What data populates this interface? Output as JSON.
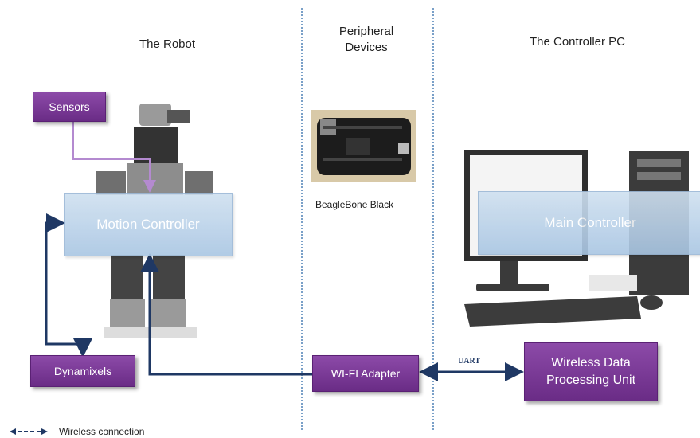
{
  "columns": {
    "robot": "The Robot",
    "peripheral_line1": "Peripheral",
    "peripheral_line2": "Devices",
    "pc": "The Controller PC"
  },
  "boxes": {
    "sensors": "Sensors",
    "motion_controller": "Motion Controller",
    "dynamixels": "Dynamixels",
    "wifi_adapter": "WI-FI Adapter",
    "main_controller": "Main Controller",
    "wireless_line1": "Wireless Data",
    "wireless_line2": "Processing Unit"
  },
  "labels": {
    "beaglebone": "BeagleBone Black",
    "uart": "UART",
    "legend": "Wireless connection"
  },
  "colors": {
    "purple": "#7a3a96",
    "blue_box": "#b9d1ea",
    "arrow": "#1f3864",
    "separator": "#7aa0c8"
  }
}
